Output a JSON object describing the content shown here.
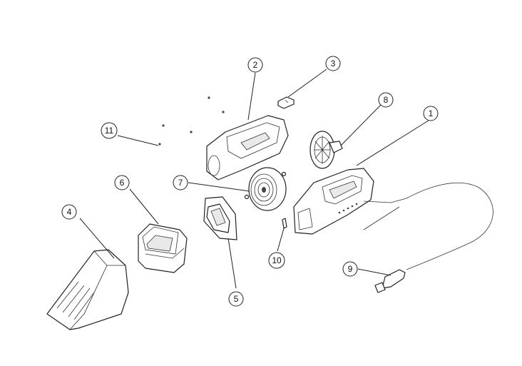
{
  "diagram": {
    "callouts": [
      {
        "label": "1"
      },
      {
        "label": "2"
      },
      {
        "label": "3"
      },
      {
        "label": "4"
      },
      {
        "label": "5"
      },
      {
        "label": "6"
      },
      {
        "label": "7"
      },
      {
        "label": "8"
      },
      {
        "label": "9"
      },
      {
        "label": "10"
      },
      {
        "label": "11"
      }
    ]
  }
}
